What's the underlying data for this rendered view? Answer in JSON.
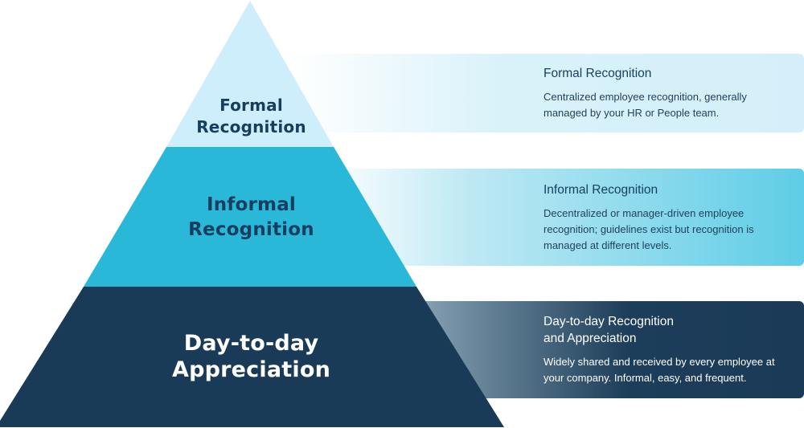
{
  "tiers": [
    {
      "id": "formal",
      "pyramid_label": [
        "Formal",
        "Recognition"
      ],
      "title": "Formal Recognition",
      "description": "Centralized employee recognition, generally managed by your HR or People team.",
      "color": "#cdeefa"
    },
    {
      "id": "informal",
      "pyramid_label": [
        "Informal",
        "Recognition"
      ],
      "title": "Informal Recognition",
      "description": "Decentralized or manager-driven employee recognition; guidelines exist but recognition is managed at different levels.",
      "color": "#29b8d8"
    },
    {
      "id": "daily",
      "pyramid_label": [
        "Day-to-day",
        "Appreciation"
      ],
      "title": "Day-to-day Recognition\nand Appreciation",
      "description": "Widely shared and received by every employee at your company. Informal, easy, and frequent.",
      "color": "#1a3b58"
    }
  ],
  "colors": {
    "text_dark": "#173e5e",
    "text_light": "#ffffff"
  }
}
